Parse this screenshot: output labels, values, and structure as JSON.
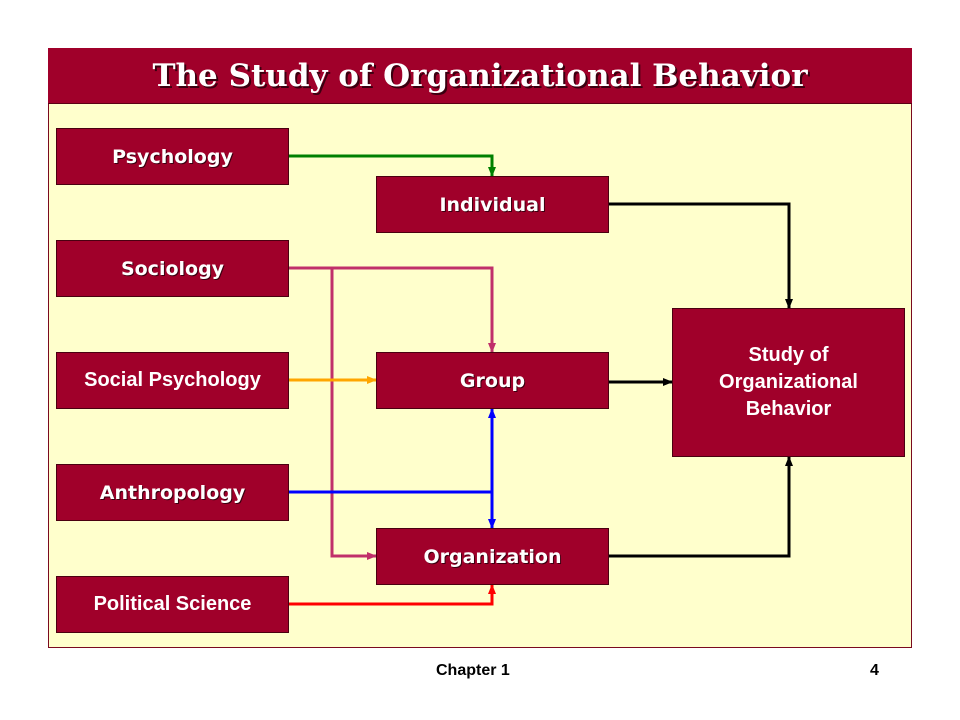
{
  "title": "The Study of Organizational Behavior",
  "disciplines": {
    "psychology": "Psychology",
    "sociology": "Sociology",
    "social_psychology": "Social Psychology",
    "anthropology": "Anthropology",
    "political_science": "Political Science"
  },
  "levels": {
    "individual": "Individual",
    "group": "Group",
    "organization": "Organization"
  },
  "outcome": {
    "line1": "Study of",
    "line2": "Organizational",
    "line3": "Behavior"
  },
  "footer": {
    "chapter": "Chapter 1",
    "page": "4"
  },
  "colors": {
    "box_fill": "#a0002a",
    "background": "#ffffcc",
    "psychology_link": "#008000",
    "sociology_link": "#c0306a",
    "social_psychology_link": "#ffa500",
    "anthropology_link": "#0000ff",
    "political_science_link": "#ff0000",
    "outcome_link": "#000000"
  }
}
